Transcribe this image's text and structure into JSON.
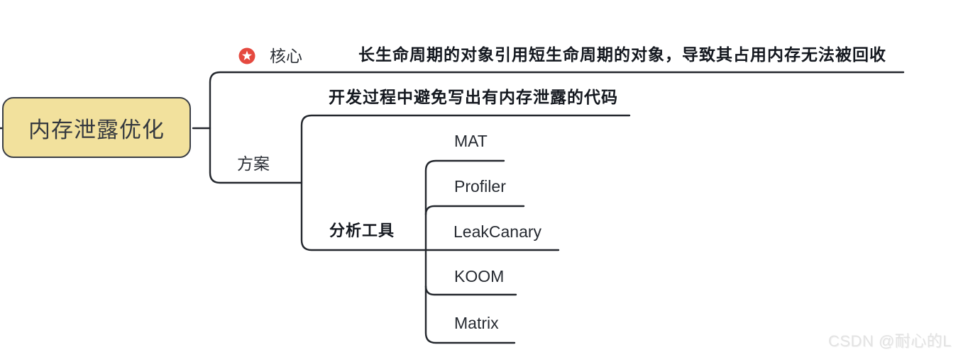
{
  "watermark": "CSDN @耐心的L",
  "colors": {
    "line": "#23272d",
    "root_fill": "#f2e19d",
    "root_border": "#3b3f46",
    "star_red": "#e5493f",
    "watermark_gray": "#e3e3e3"
  },
  "mindmap": {
    "root": {
      "label": "内存泄露优化"
    },
    "branches": [
      {
        "label": "核心",
        "icon": "red-star-marker",
        "children": [
          {
            "label": "长生命周期的对象引用短生命周期的对象，导致其占用内存无法被回收"
          }
        ]
      },
      {
        "label": "方案",
        "children": [
          {
            "label": "开发过程中避免写出有内存泄露的代码"
          },
          {
            "label": "分析工具",
            "children": [
              {
                "label": "MAT"
              },
              {
                "label": "Profiler"
              },
              {
                "label": "LeakCanary"
              },
              {
                "label": "KOOM"
              },
              {
                "label": "Matrix"
              }
            ]
          }
        ]
      }
    ]
  }
}
